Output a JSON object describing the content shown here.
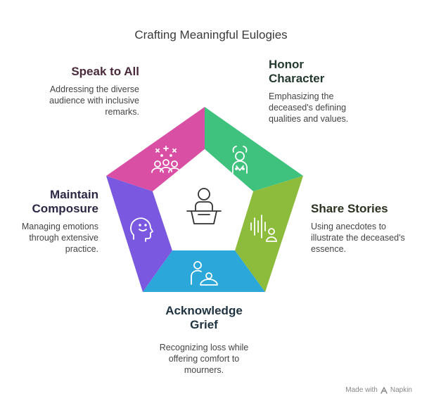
{
  "title": "Crafting Meaningful Eulogies",
  "sections": {
    "speak": {
      "heading": "Speak to All",
      "desc": [
        "Addressing the diverse",
        "audience with inclusive",
        "remarks."
      ],
      "color": "#D94FA4",
      "icon": "audience-icon"
    },
    "honor": {
      "heading": [
        "Honor",
        "Character"
      ],
      "desc": [
        "Emphasizing the",
        "deceased's defining",
        "qualities and values."
      ],
      "color": "#3FC27E",
      "icon": "laurel-person-icon"
    },
    "stories": {
      "heading": "Share Stories",
      "desc": [
        "Using anecdotes to",
        "illustrate the deceased's",
        "essence."
      ],
      "color": "#8DBB3C",
      "icon": "voice-wave-icon"
    },
    "grief": {
      "heading": [
        "Acknowledge",
        "Grief"
      ],
      "desc": [
        "Recognizing loss while",
        "offering comfort to",
        "mourners."
      ],
      "color": "#2BA7D9",
      "icon": "comfort-embrace-icon"
    },
    "composure": {
      "heading": [
        "Maintain",
        "Composure"
      ],
      "desc": [
        "Managing emotions",
        "through extensive",
        "practice."
      ],
      "color": "#7A58E0",
      "icon": "calm-face-icon"
    }
  },
  "center_icon": "speaker-podium-icon",
  "footer": {
    "made_with": "Made with",
    "brand": "Napkin"
  }
}
